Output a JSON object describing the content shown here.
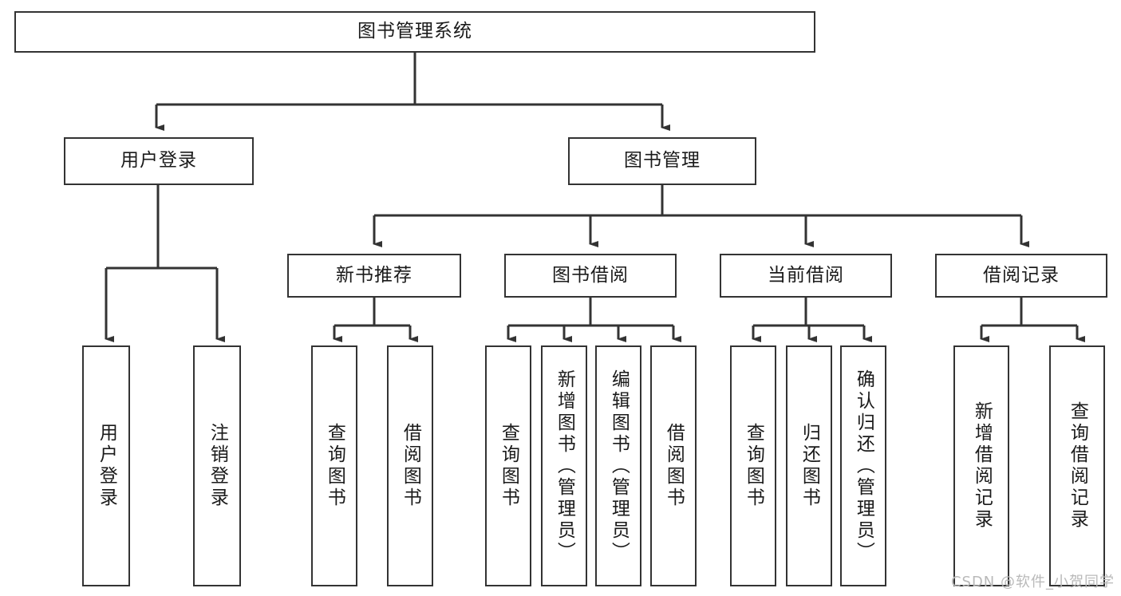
{
  "diagram": {
    "title": "图书管理系统",
    "type": "tree-hierarchy",
    "watermark": "CSDN @软件_小贺同学",
    "colors": {
      "stroke": "#333333",
      "background": "#ffffff",
      "text": "#1a1a1a",
      "watermark": "#b9b9b9"
    },
    "levels": {
      "root": {
        "label": "图书管理系统"
      },
      "level2": [
        {
          "label": "用户登录"
        },
        {
          "label": "图书管理"
        }
      ],
      "level3": [
        {
          "label": "新书推荐"
        },
        {
          "label": "图书借阅"
        },
        {
          "label": "当前借阅"
        },
        {
          "label": "借阅记录"
        }
      ],
      "leaves": {
        "user_login": [
          {
            "label": "用户登录"
          },
          {
            "label": "注销登录"
          }
        ],
        "new_book_recommend": [
          {
            "label": "查询图书"
          },
          {
            "label": "借阅图书"
          }
        ],
        "book_borrow": [
          {
            "label": "查询图书"
          },
          {
            "label": "新增图书（管理员）"
          },
          {
            "label": "编辑图书（管理员）"
          },
          {
            "label": "借阅图书"
          }
        ],
        "current_borrow": [
          {
            "label": "查询图书"
          },
          {
            "label": "归还图书"
          },
          {
            "label": "确认归还（管理员）"
          }
        ],
        "borrow_record": [
          {
            "label": "新增借阅记录"
          },
          {
            "label": "查询借阅记录"
          }
        ]
      }
    }
  }
}
